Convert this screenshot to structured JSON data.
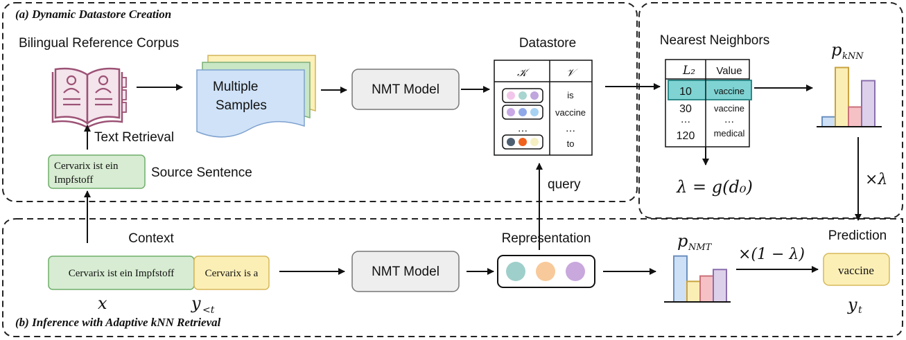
{
  "section_a": {
    "title": "(a) Dynamic Datastore Creation"
  },
  "section_b": {
    "title": "(b) Inference with Adaptive kNN Retrieval"
  },
  "corpus": {
    "label": "Bilingual Reference Corpus"
  },
  "samples": {
    "line1": "Multiple",
    "line2": "Samples"
  },
  "nmt_top": {
    "label": "NMT Model"
  },
  "nmt_bottom": {
    "label": "NMT Model"
  },
  "datastore": {
    "title": "Datastore",
    "key_header": "𝒦",
    "value_header": "𝒱",
    "values": [
      "is",
      "vaccine",
      "…",
      "to"
    ],
    "row_dots_colors": [
      [
        "#f2c6ea",
        "#a8d5cf",
        "#bfa6dd"
      ],
      [
        "#c9a8e6",
        "#8fa9e8",
        "#a8d2f2"
      ],
      [
        "#4e5f72",
        "#f0611c",
        "#f5efc2"
      ]
    ],
    "ellipsis": "…"
  },
  "text_retrieval": {
    "label": "Text Retrieval"
  },
  "source_sentence": {
    "text_line1": "Cervarix ist ein",
    "text_line2": "Impfstoff",
    "label": "Source Sentence"
  },
  "query": {
    "label": "query"
  },
  "nearest_neighbors": {
    "title": "Nearest Neighbors",
    "col1_header": "L₂",
    "col2_header": "Value",
    "rows": [
      {
        "dist": "10",
        "value": "vaccine"
      },
      {
        "dist": "30",
        "value": "vaccine"
      },
      {
        "dist": "…",
        "value": "…"
      },
      {
        "dist": "120",
        "value": "medical"
      }
    ],
    "highlight_color": "#7fd3d3"
  },
  "lambda_eq": {
    "text": "λ = g(d₀)"
  },
  "p_knn": {
    "label": "p",
    "sub": "kNN",
    "bars": [
      0.15,
      0.9,
      0.3,
      0.7
    ]
  },
  "times_lambda": {
    "text": "×λ"
  },
  "prediction": {
    "label": "Prediction",
    "value": "vaccine",
    "symbol": "y",
    "sub": "t"
  },
  "p_nmt": {
    "label": "p",
    "sub": "NMT",
    "bars": [
      0.85,
      0.38,
      0.48,
      0.6
    ]
  },
  "times_one_minus": {
    "text": "×(1 − λ)"
  },
  "context": {
    "label": "Context",
    "source_text": "Cervarix ist ein Impfstoff",
    "target_text": "Cervarix is a",
    "x_symbol": "x",
    "y_symbol": "y",
    "y_sub": "<t"
  },
  "representation": {
    "label": "Representation",
    "dot_colors": [
      "#9fcfca",
      "#f8c99a",
      "#c9a8dd"
    ]
  },
  "bar_colors": [
    "#cde0f6",
    "#fbeeb5",
    "#f6c1c4",
    "#ddd0ea"
  ],
  "bar_strokes": [
    "#6b8fbf",
    "#c9a23f",
    "#c9707a",
    "#8a6fae"
  ]
}
